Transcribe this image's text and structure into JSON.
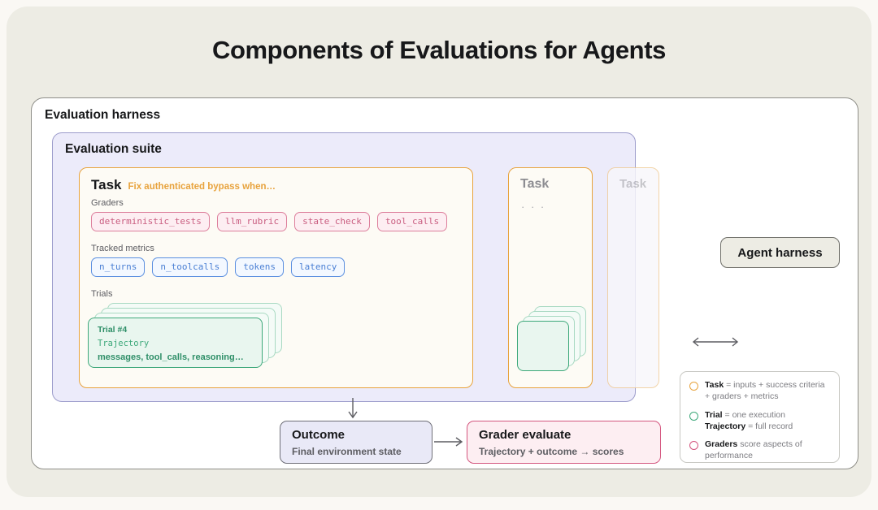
{
  "title": "Components of Evaluations for Agents",
  "harness": {
    "label": "Evaluation harness"
  },
  "suite": {
    "label": "Evaluation suite"
  },
  "task": {
    "title": "Task",
    "subtitle": "Fix authenticated bypass when…",
    "graders_label": "Graders",
    "graders": [
      "deterministic_tests",
      "llm_rubric",
      "state_check",
      "tool_calls"
    ],
    "metrics_label": "Tracked metrics",
    "metrics": [
      "n_turns",
      "n_toolcalls",
      "tokens",
      "latency"
    ],
    "trials_label": "Trials",
    "trial": {
      "number": "Trial #4",
      "trajectory_label": "Trajectory",
      "trajectory_items": "messages, tool_calls, reasoning…"
    }
  },
  "task_2": {
    "title": "Task",
    "ellipsis": "· · ·"
  },
  "task_3": {
    "title": "Task"
  },
  "agent": {
    "label": "Agent harness"
  },
  "outcome": {
    "title": "Outcome",
    "subtitle": "Final environment state"
  },
  "grader_evaluate": {
    "title": "Grader evaluate",
    "subtitle": "Trajectory + outcome → scores"
  },
  "legend": {
    "items": [
      {
        "color": "#e8a33d",
        "term": "Task",
        "text": " = inputs + success criteria + graders + metrics"
      },
      {
        "color": "#3da87a",
        "term": "Trial",
        "text": " = one execution",
        "term2": "Trajectory",
        "text2": " = full record"
      },
      {
        "color": "#d4567f",
        "term": "Graders",
        "text": " score aspects of performance"
      }
    ]
  },
  "colors": {
    "page_bg": "#faf8f4",
    "panel_bg": "#edece4",
    "suite_bg": "#ecebfa",
    "task_border": "#e8a33d",
    "grader_pink": "#d4567f",
    "metric_blue": "#5b8fe0",
    "trial_green": "#3da87a"
  }
}
